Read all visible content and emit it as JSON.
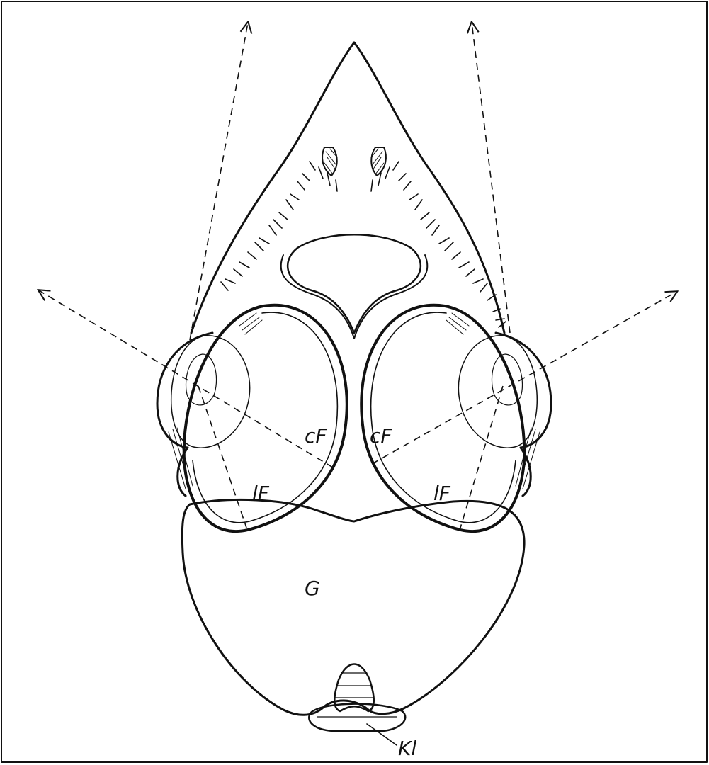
{
  "figure": {
    "labels": {
      "cf_left": "cF",
      "cf_right": "cF",
      "lf_left": "lF",
      "lf_right": "lF",
      "g": "G",
      "kl": "Kl"
    }
  },
  "colors": {
    "ink": "#111111",
    "background": "#ffffff"
  }
}
